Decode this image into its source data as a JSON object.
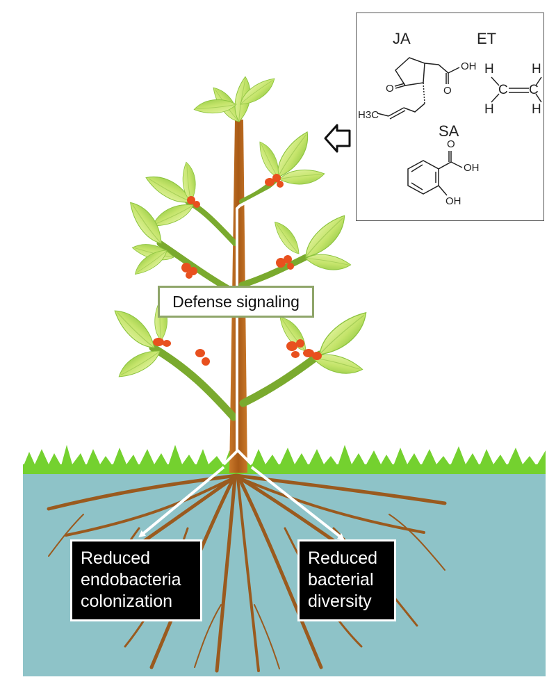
{
  "labels": {
    "defense": "Defense signaling",
    "endo_lines": [
      "Reduced",
      "endobacteria",
      "colonization"
    ],
    "diversity_lines": [
      "Reduced",
      "bacterial",
      "diversity"
    ]
  },
  "chemicals": {
    "ja": {
      "name": "JA",
      "oh": "OH",
      "o_ring": "O",
      "o_acid": "O",
      "h3c": "H3C"
    },
    "et": {
      "name": "ET",
      "c_left": "C",
      "c_right": "C",
      "h": "H"
    },
    "sa": {
      "name": "SA",
      "o": "O",
      "oh_acid": "OH",
      "oh_ring": "OH"
    }
  },
  "colors": {
    "soil": "#8ec3c8",
    "grass": "#74d12f",
    "stem": "#b8641c",
    "root": "#9a5a1e",
    "leaf_light": "#d8ef8a",
    "leaf_dark": "#86c43a",
    "nodule": "#e8501e",
    "label_border": "#8fa56a",
    "arrow": "#ffffff"
  }
}
